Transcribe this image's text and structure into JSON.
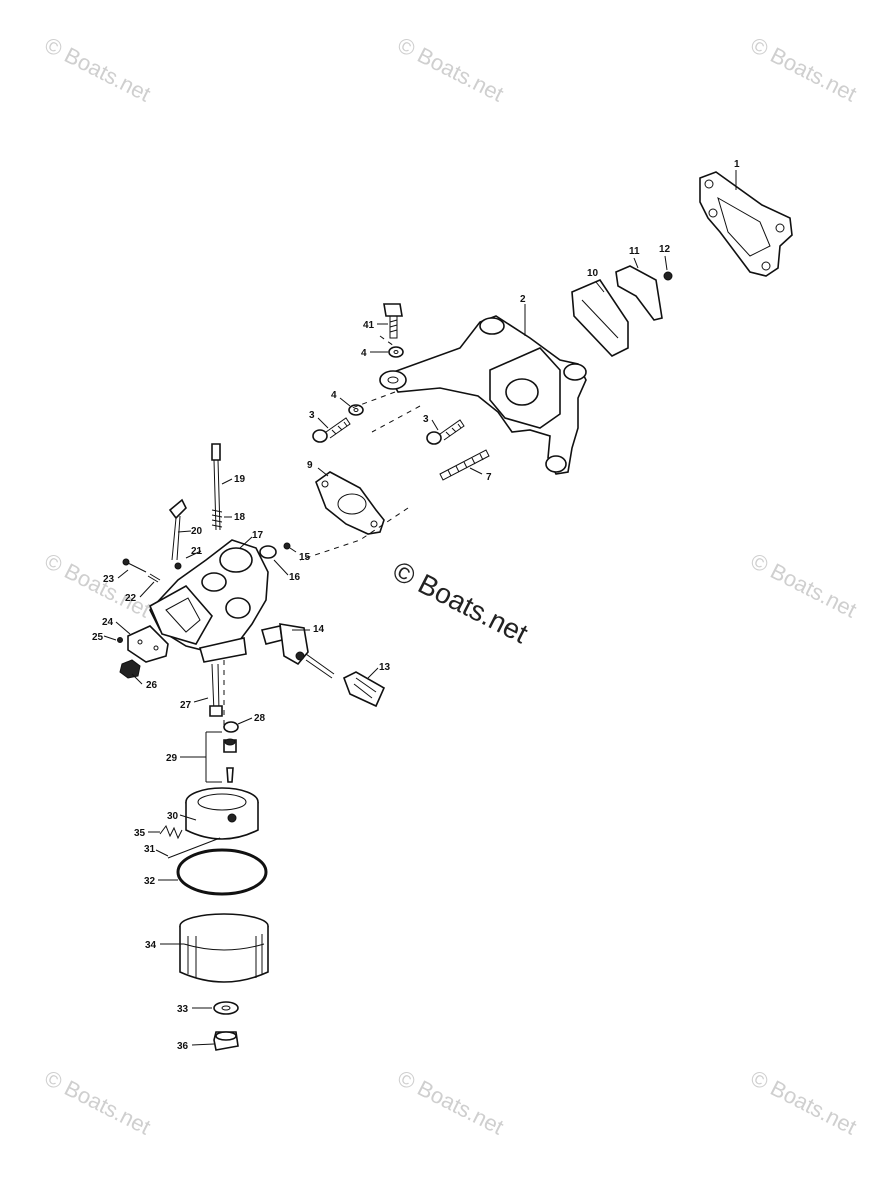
{
  "watermarks": [
    "© Boats.net",
    "© Boats.net",
    "© Boats.net",
    "© Boats.net",
    "© Boats.net",
    "© Boats.net",
    "© Boats.net",
    "© Boats.net"
  ],
  "watermark_center": "© Boats.net",
  "callouts": [
    "1",
    "2",
    "3",
    "3",
    "4",
    "4",
    "7",
    "9",
    "10",
    "11",
    "12",
    "13",
    "14",
    "15",
    "16",
    "17",
    "18",
    "19",
    "20",
    "21",
    "22",
    "23",
    "24",
    "25",
    "26",
    "27",
    "28",
    "29",
    "30",
    "31",
    "32",
    "33",
    "34",
    "35",
    "36",
    "41"
  ]
}
